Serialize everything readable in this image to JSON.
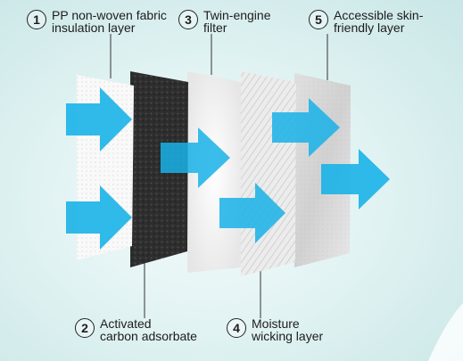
{
  "layers": [
    {
      "number": "1",
      "line1": "PP non-woven fabric",
      "line2": "insulation layer"
    },
    {
      "number": "2",
      "line1": "Activated",
      "line2": "carbon adsorbate"
    },
    {
      "number": "3",
      "line1": "Twin-engine",
      "line2": "filter"
    },
    {
      "number": "4",
      "line1": "Moisture",
      "line2": "wicking layer"
    },
    {
      "number": "5",
      "line1": "Accessible skin-",
      "line2": "friendly layer"
    }
  ],
  "colors": {
    "arrow": "#19b2e8",
    "background": "#d8efef"
  }
}
